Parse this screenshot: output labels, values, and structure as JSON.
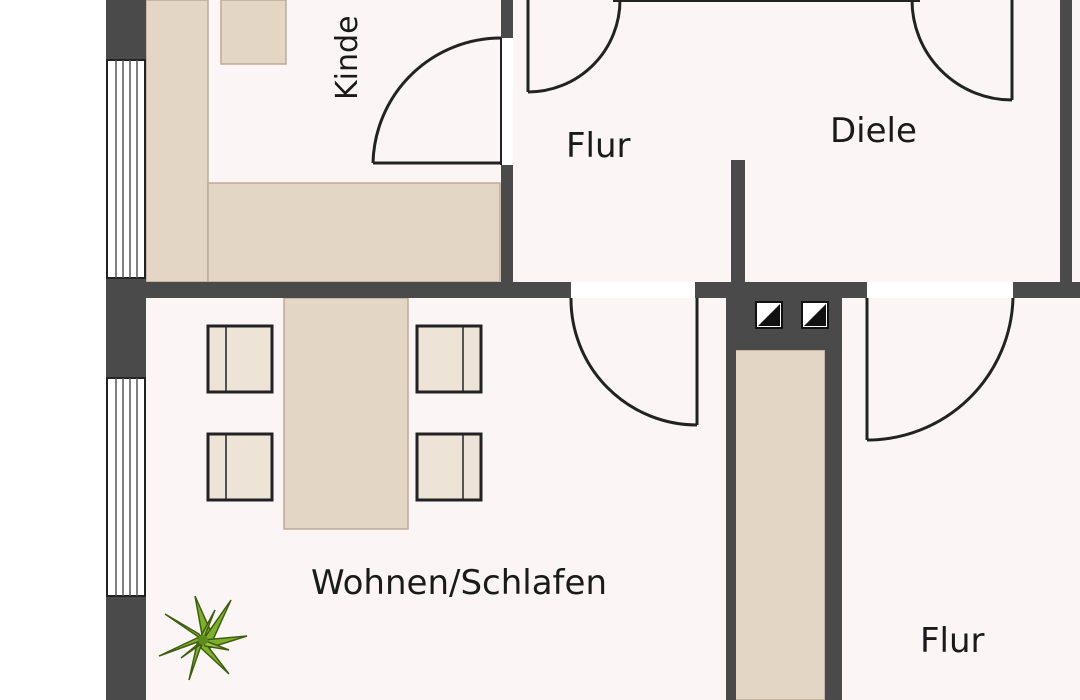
{
  "rooms": {
    "kinder": "Kinde",
    "flur_top": "Flur",
    "diele": "Diele",
    "wohnen": "Wohnen/Schlafen",
    "flur_bottom": "Flur"
  },
  "colors": {
    "floor": "#fbf5f5",
    "wall": "#4a4a4a",
    "furniture": "#e3d6c4",
    "furniture_stroke": "#b9ab98",
    "chair_stroke": "#222222",
    "window": "#ffffff",
    "plant": "#7fb02a",
    "door_line": "#222222"
  },
  "icons": {
    "plant": "potted-plant-icon",
    "vent": "ventilation-duct-icon"
  }
}
